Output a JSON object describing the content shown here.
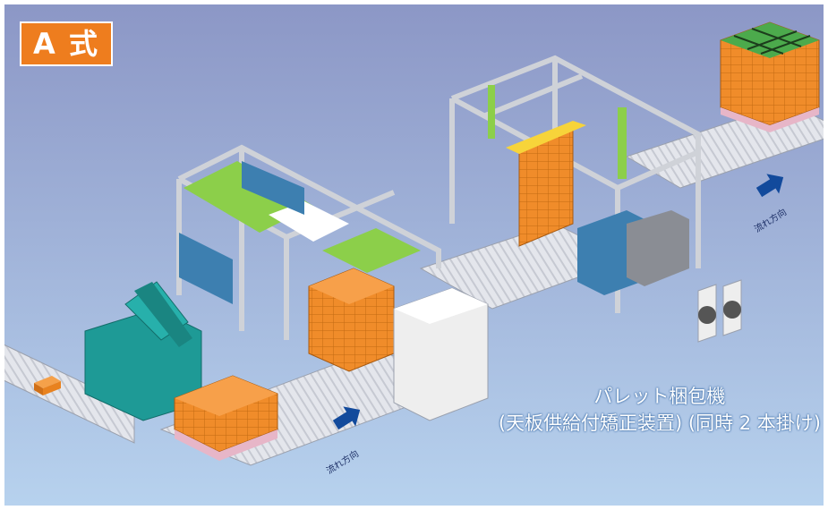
{
  "badge": {
    "label": "A 式"
  },
  "flow_label_left": "流れ方向",
  "flow_label_right": "流れ方向",
  "caption": {
    "line1": "パレット梱包機",
    "line2": "(天板供給付矯正装置) (同時 2 本掛け)"
  },
  "colors": {
    "badge": "#ee7d1e",
    "bg_top": "#8c97c6",
    "bg_bottom": "#b7d2ee",
    "box": "#f08c2a",
    "frame": "#e6e6e6",
    "robot": "#1e9a96",
    "panel_blue": "#3d7fb0",
    "panel_green": "#8ccf4a",
    "arrow": "#124a9c"
  },
  "icons": [
    "right-arrow-icon"
  ]
}
